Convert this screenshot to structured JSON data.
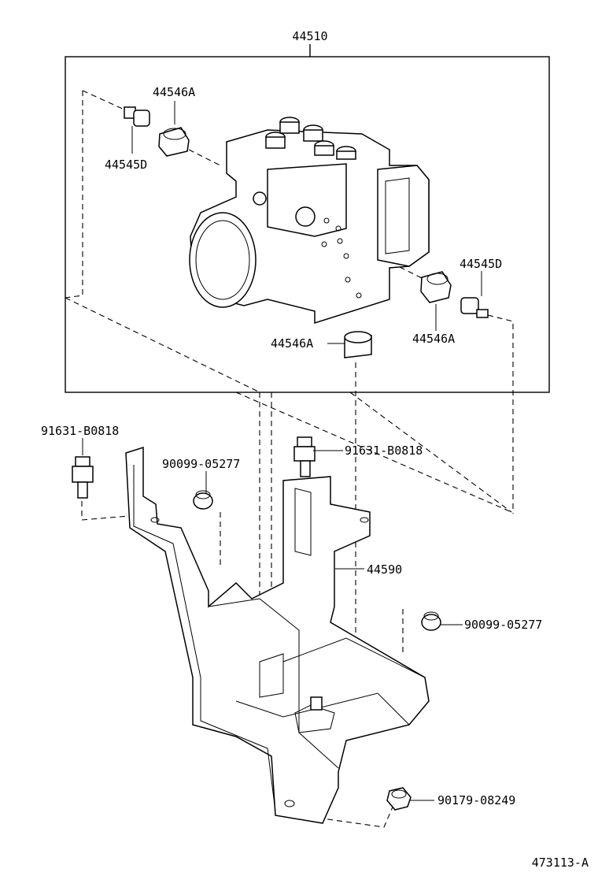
{
  "labels": {
    "assembly": "44510",
    "cushion_top": "44546A",
    "bolt_top": "44545D",
    "bolt_right": "44545D",
    "cushion_right": "44546A",
    "cushion_bottom": "44546A",
    "bolt_left_upper": "91631-B0818",
    "bolt_center": "91631-B0818",
    "grommet_left": "90099-05277",
    "bracket": "44590",
    "grommet_right": "90099-05277",
    "nut": "90179-08249",
    "figure_id": "473113-A"
  }
}
